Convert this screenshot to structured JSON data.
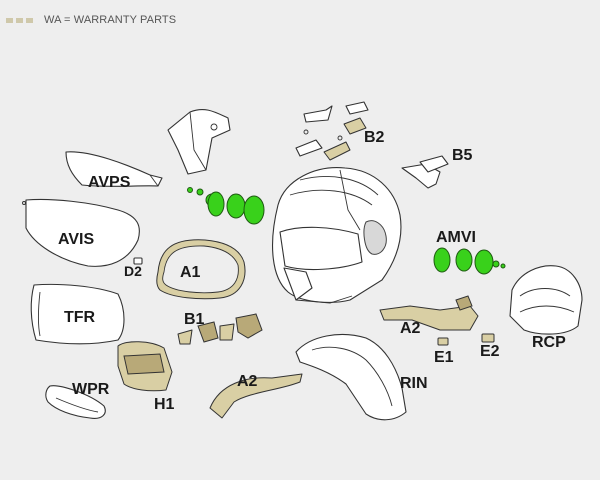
{
  "legend": {
    "text": "WA = WARRANTY PARTS",
    "swatch_color": "#cfc8aa"
  },
  "colors": {
    "background": "#eeeeee",
    "warranty_tan": "#d9cfa4",
    "highlight_green": "#39d11b"
  },
  "parts": {
    "AVPS": "AVPS",
    "AVIS": "AVIS",
    "D2": "D2",
    "A1": "A1",
    "TFR": "TFR",
    "B1": "B1",
    "WPR": "WPR",
    "H1": "H1",
    "A2_left": "A2",
    "B2": "B2",
    "B5": "B5",
    "AMVI": "AMVI",
    "A2_right": "A2",
    "E1": "E1",
    "E2": "E2",
    "RCP": "RCP",
    "RIN": "RIN"
  }
}
